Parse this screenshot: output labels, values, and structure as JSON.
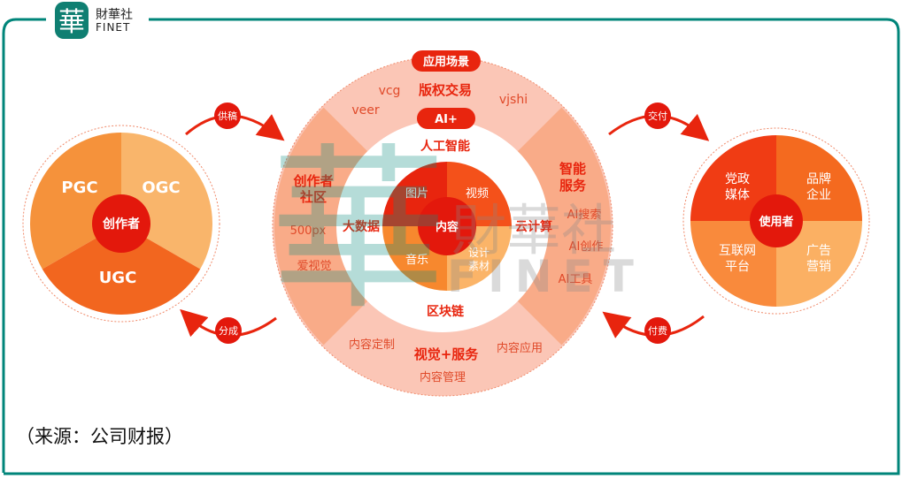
{
  "logo": {
    "glyph": "華",
    "name_cn": "財華社",
    "name_en": "FINET"
  },
  "watermark": {
    "cn": "財華社",
    "en": "FINET"
  },
  "colors": {
    "frame": "#00857a",
    "red": "#e8250e",
    "orange": "#f4731f",
    "pale": "#fbc3b3"
  },
  "creators": {
    "center": "创作者",
    "segments": [
      "PGC",
      "OGC",
      "UGC"
    ]
  },
  "arrows": {
    "supply": "供稿",
    "share": "分成",
    "deliver": "交付",
    "pay": "付费"
  },
  "platform": {
    "scene_label": "应用场景",
    "ai_label": "AI+",
    "top": {
      "title": "版权交易",
      "items": [
        "vcg",
        "veer",
        "vjshi"
      ]
    },
    "left": {
      "title_line1": "创作者",
      "title_line2": "社区",
      "items": [
        "500px",
        "爱视觉"
      ]
    },
    "right": {
      "title_line1": "智能",
      "title_line2": "服务",
      "items": [
        "AI搜索",
        "AI创作",
        "AI工具"
      ]
    },
    "bottom": {
      "title": "视觉+服务",
      "items": [
        "内容定制",
        "内容应用",
        "内容管理"
      ]
    },
    "tech": {
      "top": "人工智能",
      "left": "大数据",
      "right": "云计算",
      "bottom": "区块链"
    },
    "content": {
      "center": "内容",
      "image": "图片",
      "video": "视频",
      "music": "音乐",
      "design_line1": "设计",
      "design_line2": "素材"
    }
  },
  "users": {
    "center": "使用者",
    "segments": [
      {
        "line1": "党政",
        "line2": "媒体"
      },
      {
        "line1": "品牌",
        "line2": "企业"
      },
      {
        "line1": "互联网",
        "line2": "平台"
      },
      {
        "line1": "广告",
        "line2": "营销"
      }
    ]
  },
  "source": "（来源：公司财报）"
}
